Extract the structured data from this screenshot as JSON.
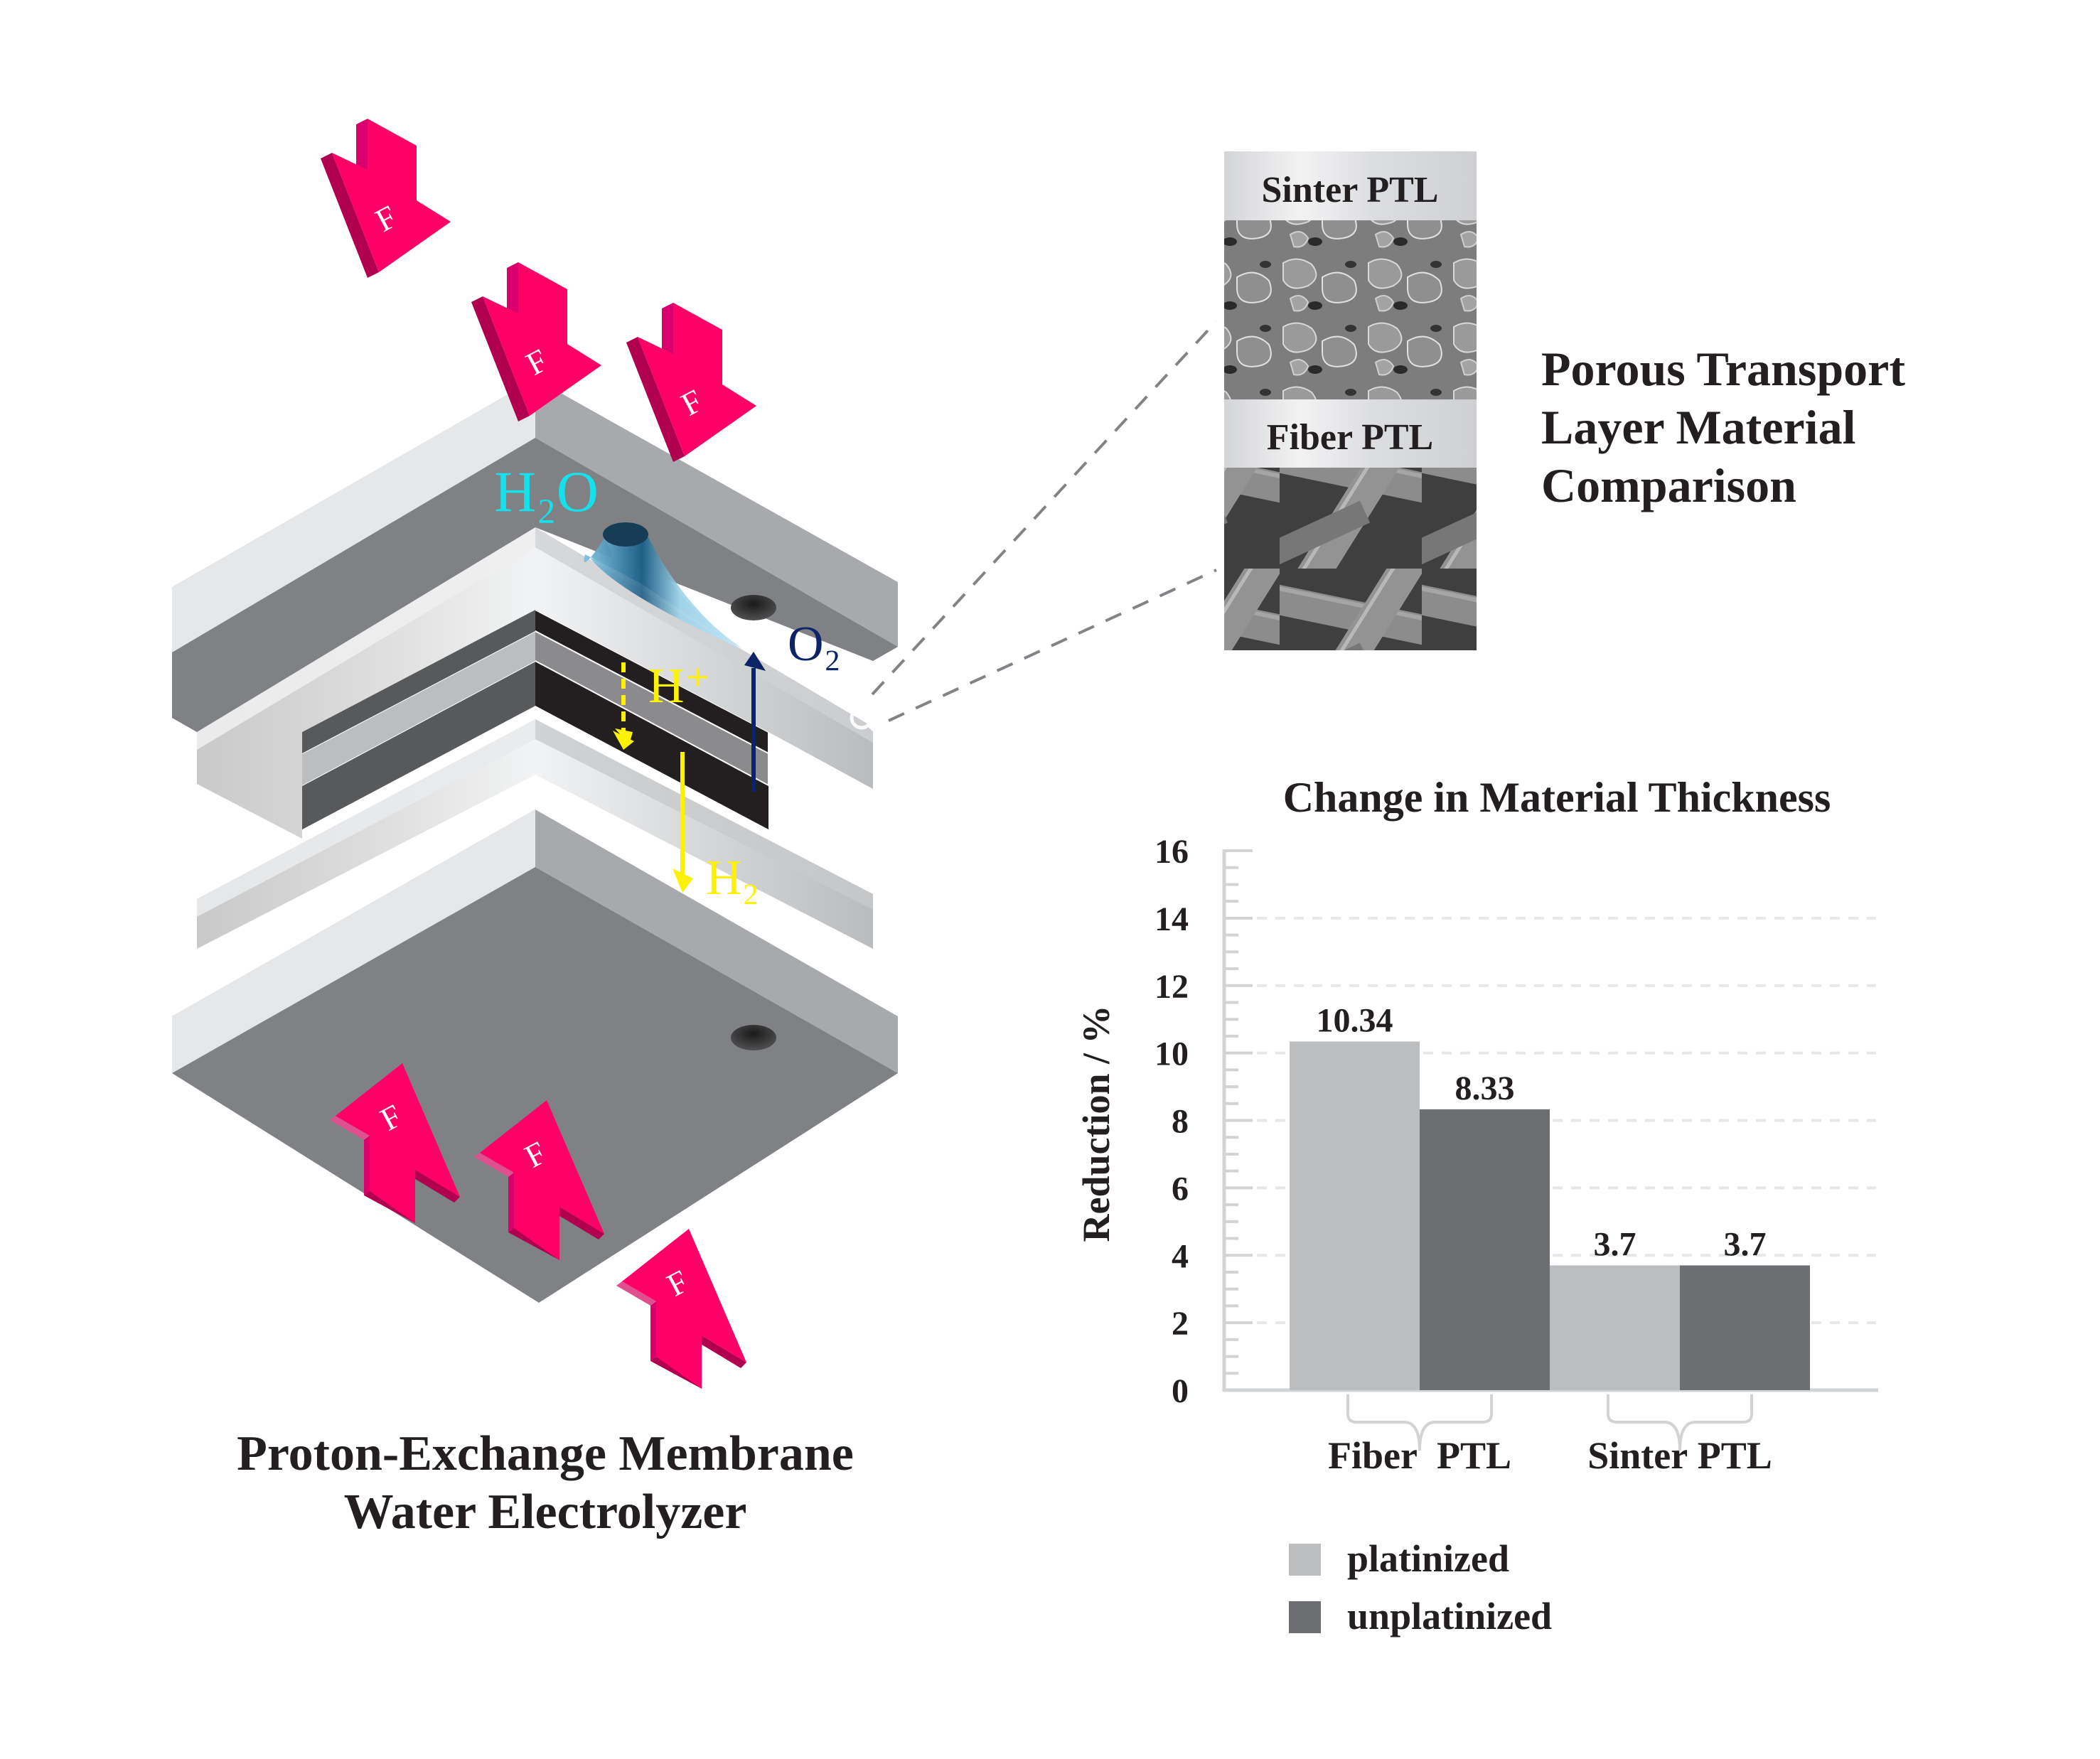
{
  "diagram": {
    "caption_line1": "Proton-Exchange Membrane",
    "caption_line2": "Water Electrolyzer",
    "force_label": "F",
    "labels": {
      "water": "H₂O",
      "oxygen": "O₂",
      "proton": "H⁺",
      "hydrogen": "H₂"
    },
    "colors": {
      "force_arrow": "#ff0066",
      "force_arrow_shade": "#b0004f",
      "force_arrow_side": "#d9006e",
      "water": "#15e1ec",
      "oxygen": "#0a2466",
      "proton_hydrogen": "#fff200",
      "plate_dark": "#808184",
      "plate_light": "#e6e7e8",
      "plate_mid": "#a7a9ac",
      "membrane_dark": "#231f20",
      "membrane_gray": "#8b8b8d"
    }
  },
  "ptl_panel": {
    "title_line1": "Porous Transport",
    "title_line2": "Layer Material",
    "title_line3": "Comparison",
    "images": [
      {
        "label": "Sinter PTL",
        "kind": "sem-sinter"
      },
      {
        "label": "Fiber PTL",
        "kind": "sem-fiber"
      }
    ]
  },
  "chart_data": {
    "type": "bar",
    "title": "Change in Material Thickness",
    "xlabel": "",
    "ylabel": "Reduction / %",
    "ylim": [
      0,
      16
    ],
    "yticks": [
      0,
      2,
      4,
      6,
      8,
      10,
      12,
      14,
      16
    ],
    "minor_tick_step": 0.5,
    "grid": "dashed horizontal at major ticks",
    "categories": [
      "Fiber  PTL",
      "Sinter PTL"
    ],
    "series": [
      {
        "name": "platinized",
        "values": [
          10.34,
          3.7
        ],
        "labels": [
          "10.34",
          "3.7"
        ],
        "color": "#bcbdbf"
      },
      {
        "name": "unplatinized",
        "values": [
          8.33,
          3.7
        ],
        "labels": [
          "8.33",
          "3.7"
        ],
        "color": "#6d6e71"
      }
    ],
    "legend_position": "bottom-left"
  }
}
